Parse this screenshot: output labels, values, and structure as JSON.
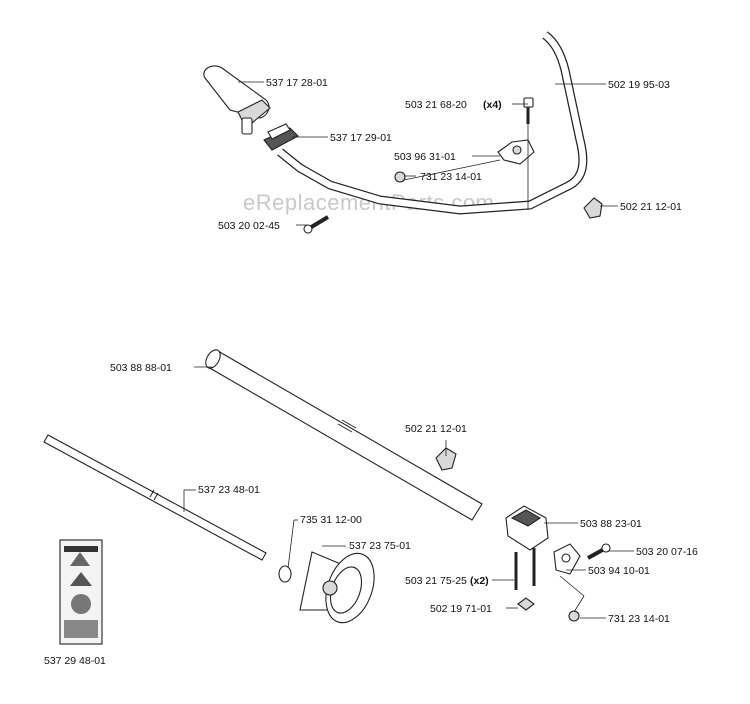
{
  "watermark": "eReplacementParts.com",
  "labels": {
    "grip": "537 17 28-01",
    "grip_clamp": "537 17 29-01",
    "screw_x4": "503 21 68-20",
    "screw_x4_qty": "(x4)",
    "handle_bar": "502 19 95-03",
    "clamp_top": "503 96 31-01",
    "nut_top": "731 23 14-01",
    "bolt_top": "503 20 02-45",
    "knob_top": "502 21 12-01",
    "tube": "503 88 88-01",
    "knob_mid": "502 21 12-01",
    "drive_shaft": "537 23 48-01",
    "circlip": "735 31 12-00",
    "clutch_drum": "537 23 75-01",
    "bracket": "503 88 23-01",
    "bolt_bracket": "503 20 07-16",
    "screw_x2": "503 21 75-25",
    "screw_x2_qty": "(x2)",
    "plate": "503 94 10-01",
    "washer": "502 19 71-01",
    "nut_bottom": "731 23 14-01",
    "decal": "537 29 48-01"
  },
  "colors": {
    "line": "#222222",
    "watermark": "#c9c9c9",
    "background": "#ffffff"
  }
}
